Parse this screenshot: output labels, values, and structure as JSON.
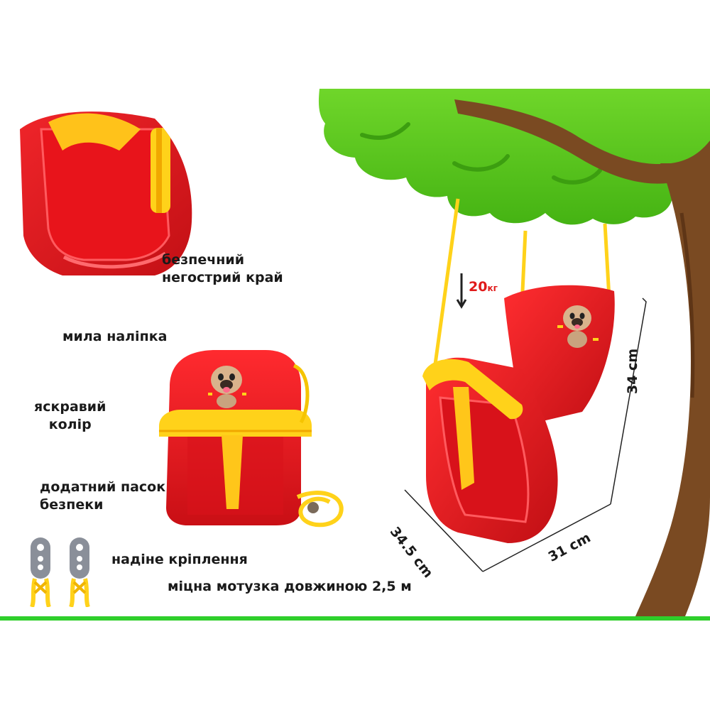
{
  "features": {
    "safe_edge": [
      "безпечний",
      "негострий край"
    ],
    "cute_sticker": "мила наліпка",
    "bright_color": [
      "яскравий",
      "колір"
    ],
    "safety_belt": [
      "додатний пасок",
      "безпеки"
    ],
    "mount": "надіне кріплення",
    "rope": "міцна мотузка довжиною 2,5 м"
  },
  "weight": {
    "value": "20",
    "unit": "кг"
  },
  "dimensions": {
    "height": "34 cm",
    "width": "31 cm",
    "depth": "34.5 cm"
  },
  "colors": {
    "seat": "#e8141b",
    "seat_dark": "#b80d12",
    "bar": "#ffd21a",
    "bar_dark": "#f0a800",
    "foliage": "#5fcc1c",
    "foliage_dark": "#3fae12",
    "trunk": "#7a4a22",
    "baseline": "#2fcf2b"
  },
  "icons": [
    "tree",
    "swing-seat",
    "pug-sticker",
    "carabiner-mount",
    "down-arrow"
  ]
}
